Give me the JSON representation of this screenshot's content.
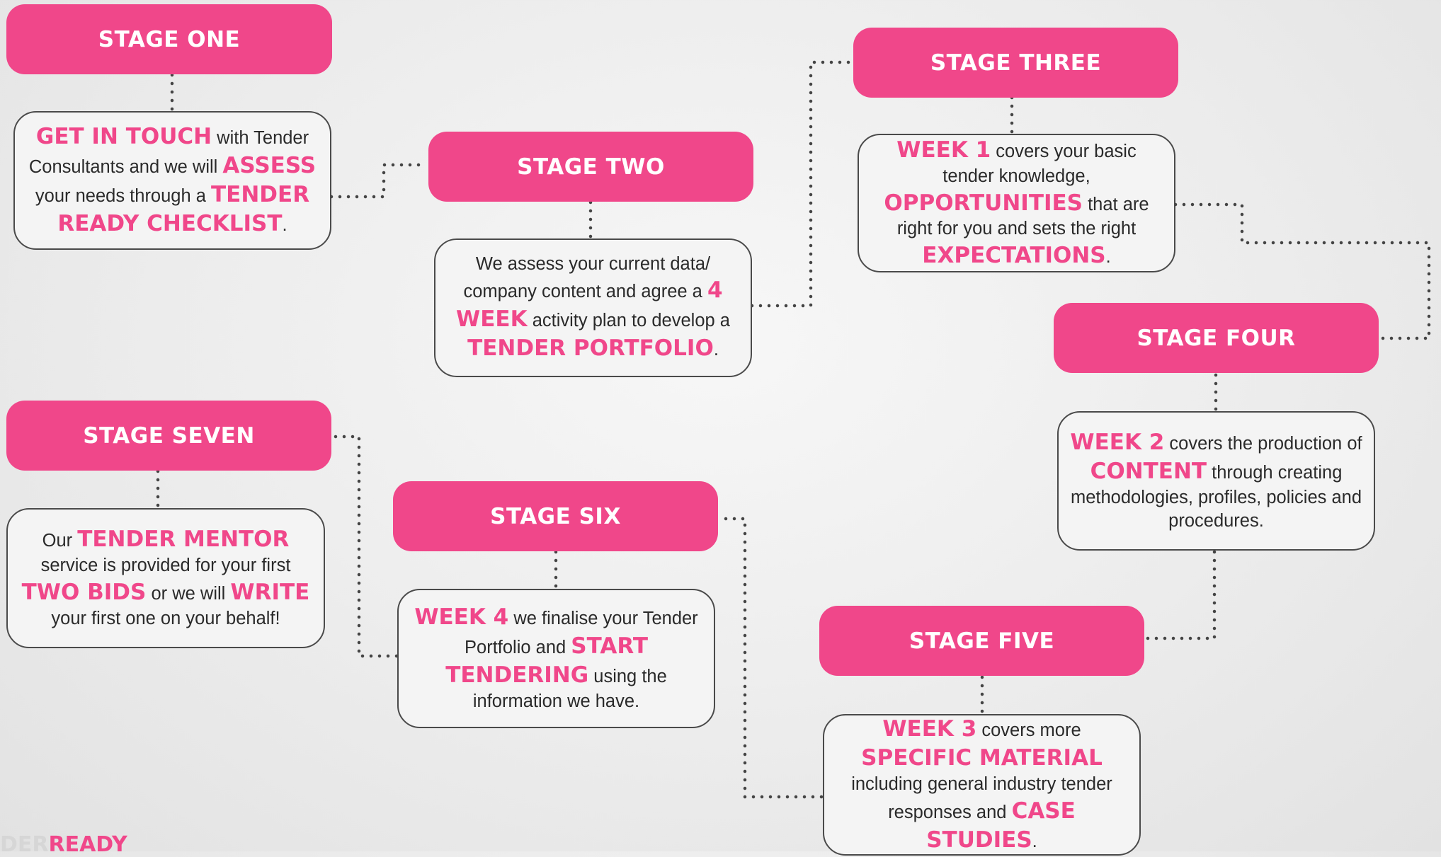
{
  "colors": {
    "accent": "#f0478a",
    "border": "#4a4a4a",
    "text": "#2a2a2a"
  },
  "stages": {
    "one": {
      "label": "STAGE ONE"
    },
    "two": {
      "label": "STAGE TWO"
    },
    "three": {
      "label": "STAGE THREE"
    },
    "four": {
      "label": "STAGE FOUR"
    },
    "five": {
      "label": "STAGE FIVE"
    },
    "six": {
      "label": "STAGE SIX"
    },
    "seven": {
      "label": "STAGE SEVEN"
    }
  },
  "descriptions": {
    "one": {
      "h1": "GET IN TOUCH",
      "t1": " with Tender Consultants and we will ",
      "h2": "ASSESS",
      "t2": " your needs through a ",
      "h3": "TENDER READY CHECKLIST",
      "t3": "."
    },
    "two": {
      "t1": "We assess your current data/ company content and agree a ",
      "h1": "4 WEEK",
      "t2": " activity plan to develop a ",
      "h2": "TENDER PORTFOLIO",
      "t3": "."
    },
    "three": {
      "h1": "WEEK 1",
      "t1": " covers your basic tender knowledge, ",
      "h2": "OPPORTUNITIES",
      "t2": " that are right for you and sets the right ",
      "h3": "EXPECTATIONS",
      "t3": "."
    },
    "four": {
      "h1": "WEEK 2",
      "t1": " covers the production of ",
      "h2": "CONTENT",
      "t2": " through creating methodologies, profiles, policies and procedures."
    },
    "five": {
      "h1": "WEEK 3",
      "t1": " covers more ",
      "h2": "SPECIFIC MATERIAL",
      "t2": " including general industry tender responses and ",
      "h3": "CASE STUDIES",
      "t3": "."
    },
    "six": {
      "h1": "WEEK 4",
      "t1": " we finalise your Tender Portfolio and ",
      "h2": "START TENDERING",
      "t2": " using the information we have."
    },
    "seven": {
      "t1": "Our ",
      "h1": "TENDER MENTOR",
      "t2": " service is provided for your first ",
      "h2": "TWO BIDS",
      "t3": " or we will ",
      "h3": "WRITE",
      "t4": " your first one on your behalf!"
    }
  },
  "brand": {
    "faint": "DER",
    "strong": "READY"
  }
}
